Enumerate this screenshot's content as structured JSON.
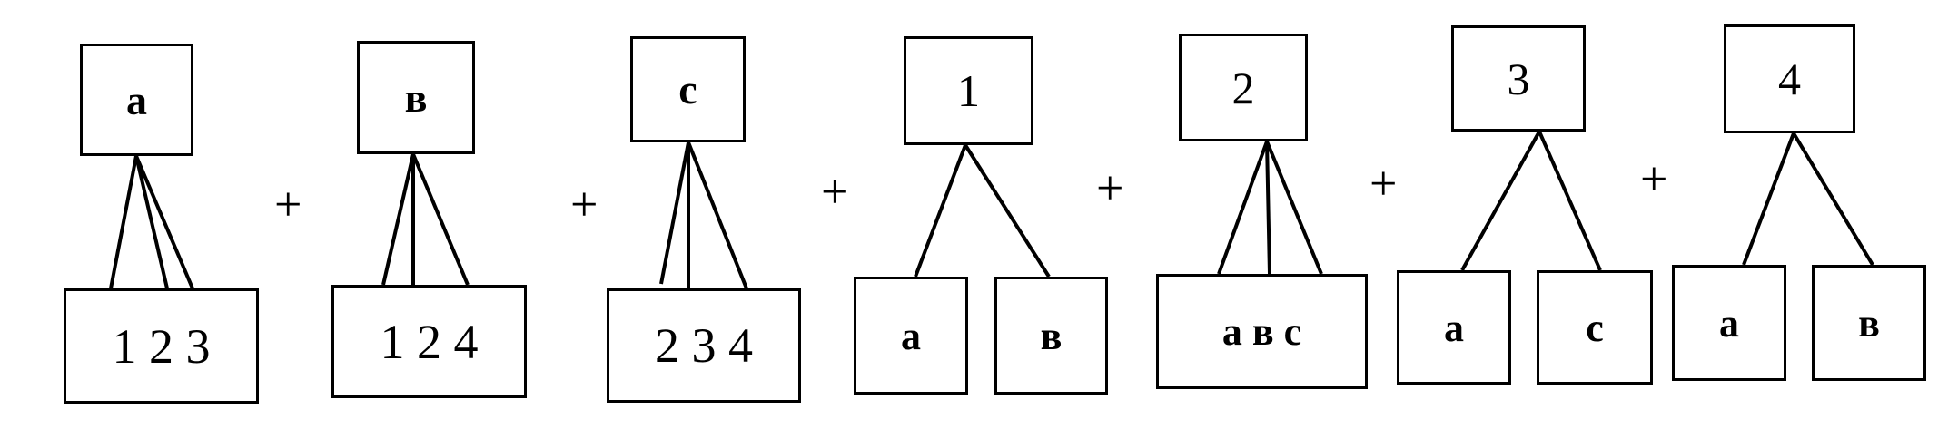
{
  "operator": "+",
  "trees": [
    {
      "root": "a",
      "children": [
        "1 2 3"
      ]
    },
    {
      "root": "в",
      "children": [
        "1 2 4"
      ]
    },
    {
      "root": "c",
      "children": [
        "2 3 4"
      ]
    },
    {
      "root": "1",
      "children": [
        "a",
        "в"
      ]
    },
    {
      "root": "2",
      "children": [
        "a в c"
      ]
    },
    {
      "root": "3",
      "children": [
        "a",
        "c"
      ]
    },
    {
      "root": "4",
      "children": [
        "a",
        "в"
      ]
    }
  ]
}
